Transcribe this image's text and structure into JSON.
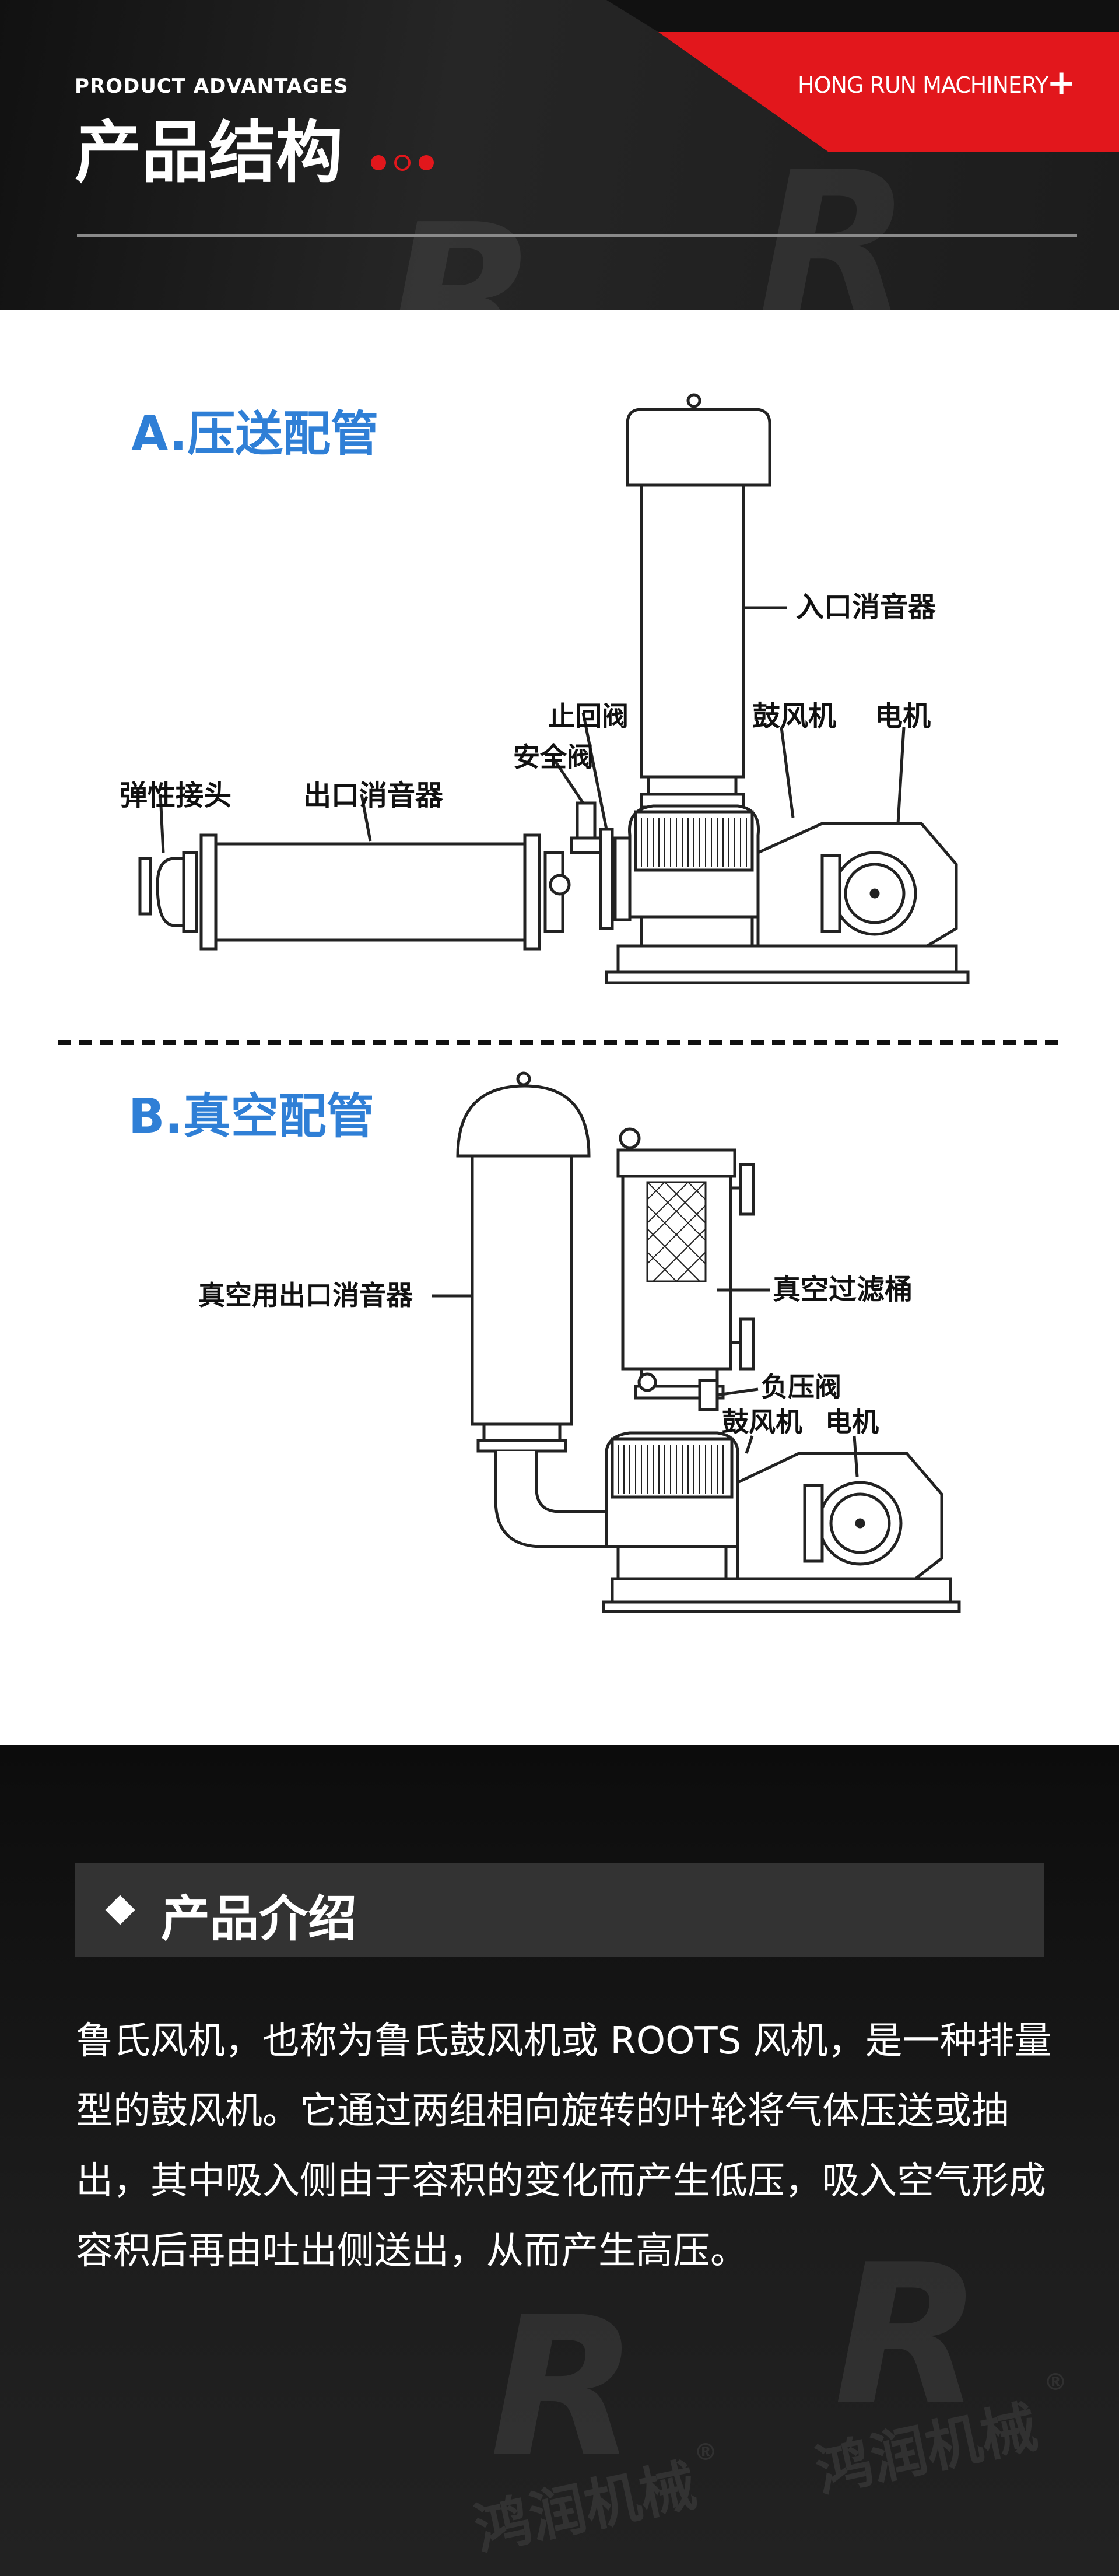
{
  "header": {
    "subtitle": "PRODUCT ADVANTAGES",
    "title": "产品结构",
    "brand": "HONG RUN MACHINERY",
    "plus_icon": "plus-icon",
    "accent_color": "#e2171c"
  },
  "diagram_a": {
    "heading": "A.压送配管",
    "labels": {
      "inlet_silencer": "入口消音器",
      "check_valve": "止回阀",
      "blower": "鼓风机",
      "motor": "电机",
      "safety_valve": "安全阀",
      "elastic_joint": "弹性接头",
      "outlet_silencer": "出口消音器"
    }
  },
  "diagram_b": {
    "heading": "B.真空配管",
    "labels": {
      "vacuum_outlet_silencer": "真空用出口消音器",
      "vacuum_filter": "真空过滤桶",
      "negative_valve": "负压阀",
      "blower": "鼓风机",
      "motor": "电机"
    }
  },
  "intro": {
    "title": "产品介绍",
    "text": "鲁氏风机，也称为鲁氏鼓风机或 ROOTS 风机，是一种排量型的鼓风机。它通过两组相向旋转的叶轮将气体压送或抽出，其中吸入侧由于容积的变化而产生低压，吸入空气形成容积后再由吐出侧送出，从而产生高压。"
  },
  "watermark": {
    "text": "鸿润机械",
    "reg": "®"
  }
}
